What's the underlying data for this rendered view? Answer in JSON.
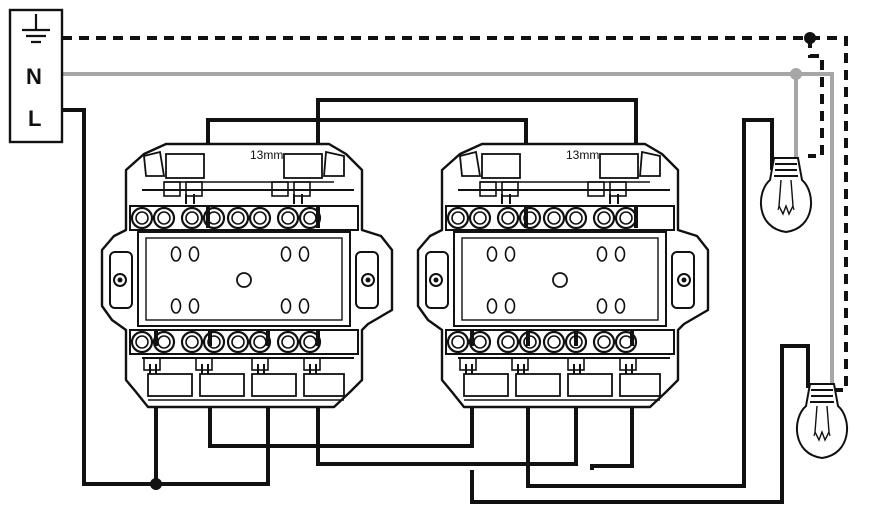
{
  "supply_block": {
    "terminals": [
      {
        "id": "earth",
        "symbol": "earth-icon"
      },
      {
        "id": "neutral",
        "label": "N"
      },
      {
        "id": "live",
        "label": "L"
      }
    ]
  },
  "mechanisms": [
    {
      "id": "switch-left",
      "clearance_label": "13mm"
    },
    {
      "id": "switch-right",
      "clearance_label": "13mm"
    }
  ],
  "lamps": [
    {
      "id": "lamp-top",
      "symbol": "bulb-icon"
    },
    {
      "id": "lamp-bottom",
      "symbol": "bulb-icon"
    }
  ],
  "wires": {
    "earth": {
      "style": "dashed",
      "color": "#111111"
    },
    "neutral": {
      "style": "solid",
      "color": "#a6a6a6"
    },
    "live": {
      "style": "solid",
      "color": "#111111"
    }
  }
}
